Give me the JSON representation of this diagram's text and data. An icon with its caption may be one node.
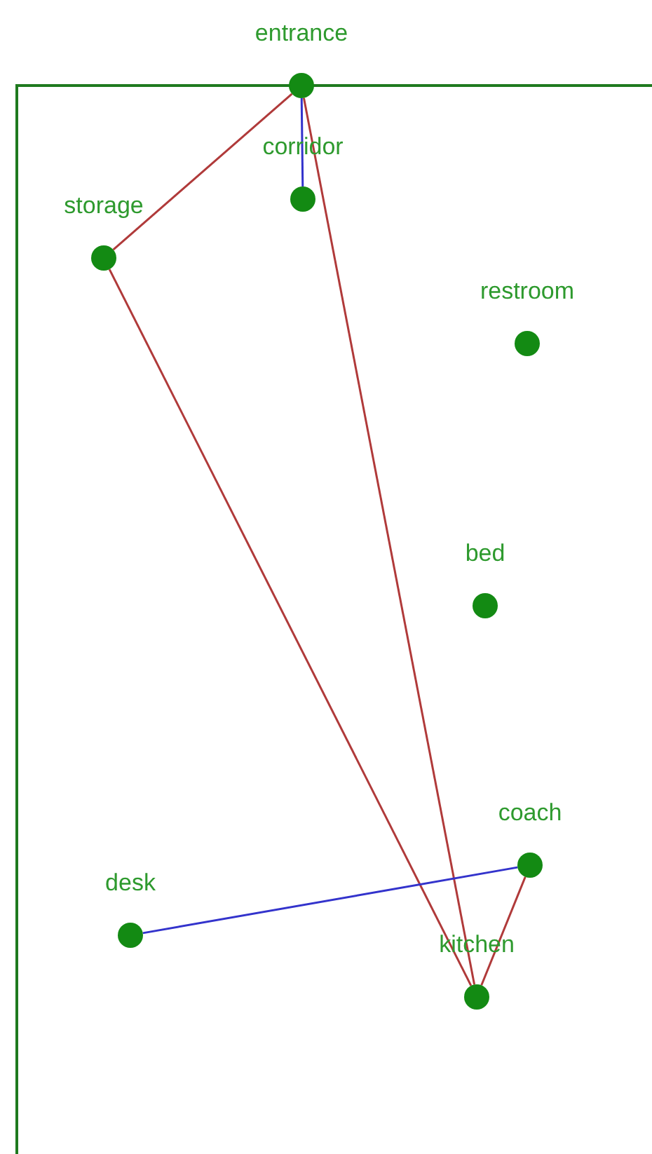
{
  "diagram": {
    "nodes": [
      {
        "text": [
          "entrance"
        ]
      },
      {
        "text": [
          "corridor"
        ]
      },
      {
        "text": [
          "storage"
        ]
      },
      {
        "text": [
          "restroom"
        ]
      },
      {
        "text": [
          "bed"
        ]
      },
      {
        "text": [
          "coach"
        ]
      },
      {
        "text": [
          "desk"
        ]
      },
      {
        "text": [
          "kitchen"
        ]
      }
    ],
    "edges": [
      {
        "from": 0,
        "to": 2,
        "arrow": "none"
      },
      {
        "from": 0,
        "to": 1,
        "arrow": "none",
        "color": "#3333cc"
      },
      {
        "from": 0,
        "to": 7,
        "arrow": "none"
      },
      {
        "from": 2,
        "to": 7,
        "arrow": "none"
      },
      {
        "from": 7,
        "to": 5,
        "arrow": "none"
      },
      {
        "from": 6,
        "to": 5,
        "arrow": "none",
        "color": "#3333cc"
      }
    ]
  }
}
